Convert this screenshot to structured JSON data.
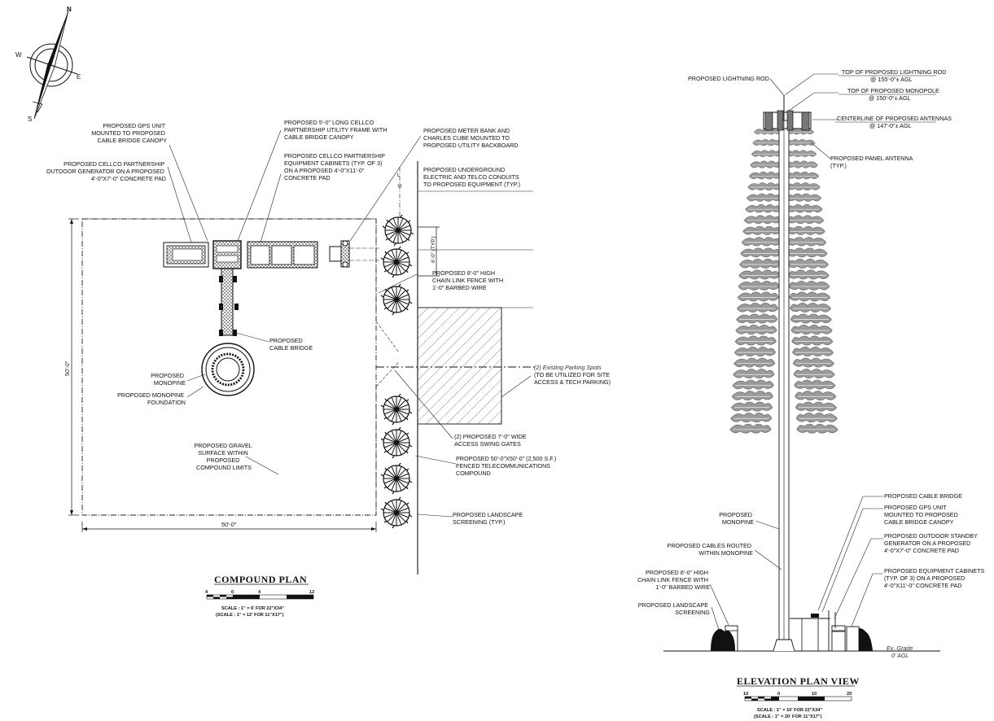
{
  "north_arrow": {
    "n": "N",
    "s": "S",
    "e": "E",
    "w": "W"
  },
  "compound_plan": {
    "title": "COMPOUND PLAN",
    "scale_ticks": [
      "4",
      "0",
      "4",
      "12"
    ],
    "scale_line1": "SCALE : 1\" = 6' FOR 22\"X34\"",
    "scale_line2": "(SCALE : 1\" = 12' FOR 11\"X17\")",
    "dim_width": "50'-0\"",
    "dim_height": "50'-0\"",
    "dim_spacing": "6'-0\" (TYP.)",
    "parking_label": "(2) Existing Parking Spots",
    "labels": {
      "gps": [
        "PROPOSED GPS UNIT",
        "MOUNTED TO PROPOSED",
        "CABLE BRIDGE CANOPY"
      ],
      "generator": [
        "PROPOSED CELLCO PARTNERSHIP",
        "OUTDOOR GENERATOR ON A PROPOSED",
        "4'-0\"x7'-0\" CONCRETE PAD"
      ],
      "utility_frame": [
        "PROPOSED 5'-0\" LONG CELLCO",
        "PARTNERSHIP UTILITY FRAME WITH",
        "CABLE BRIDGE CANOPY"
      ],
      "cabinets": [
        "PROPOSED CELLCO PARTNERSHIP",
        "EQUIPMENT CABINETS (TYP. OF 3)",
        "ON A PROPOSED 4'-0\"x11'-0\"",
        "CONCRETE PAD"
      ],
      "meter": [
        "PROPOSED METER BANK AND",
        "CHARLES CUBE MOUNTED TO",
        "PROPOSED UTILITY BACKBOARD"
      ],
      "conduits": [
        "PROPOSED UNDERGROUND",
        "ELECTRIC AND TELCO CONDUITS",
        "TO PROPOSED EQUIPMENT (TYP.)"
      ],
      "fence": [
        "PROPOSED 8'-0\" HIGH",
        "CHAIN LINK FENCE WITH",
        "1'-0\" BARBED WIRE"
      ],
      "cable_bridge": [
        "PROPOSED",
        "CABLE BRIDGE"
      ],
      "monopine": [
        "PROPOSED",
        "MONOPINE"
      ],
      "foundation": [
        "PROPOSED MONOPINE",
        "FOUNDATION"
      ],
      "parking_note": [
        "(TO BE UTILIZED FOR SITE",
        "ACCESS & TECH PARKING)"
      ],
      "gates": [
        "(2) PROPOSED 7'-0\" WIDE",
        "ACCESS SWING GATES"
      ],
      "compound": [
        "PROPOSED 50'-0\"x50'-0\" (2,500 S.F.)",
        "FENCED TELECOMMUNICATIONS",
        "COMPOUND"
      ],
      "gravel": [
        "PROPOSED GRAVEL",
        "SURFACE WITHIN",
        "PROPOSED",
        "COMPOUND LIMITS"
      ],
      "screening": [
        "PROPOSED LANDSCAPE",
        "SCREENING (TYP.)"
      ]
    }
  },
  "elevation": {
    "title": "ELEVATION PLAN VIEW",
    "scale_ticks": [
      "10",
      "0",
      "10",
      "20"
    ],
    "scale_line1": "SCALE : 1\" = 10' FOR 22\"X34\"",
    "scale_line2": "(SCALE : 1\" = 20' FOR 11\"X17\")",
    "grade": [
      "Ex. Grade",
      "0' AGL"
    ],
    "labels": {
      "lightning_rod": [
        "PROPOSED LIGHTNING ROD"
      ],
      "top_rod": [
        "TOP OF PROPOSED LIGHTNING ROD",
        "@ 155'-0\"± AGL"
      ],
      "top_monopole": [
        "TOP OF PROPOSED MONOPOLE",
        "@ 150'-0\"± AGL"
      ],
      "centerline": [
        "CENTERLINE OF PROPOSED ANTENNAS",
        "@ 147'-0\"± AGL"
      ],
      "panel_antenna": [
        "PROPOSED PANEL ANTENNA",
        "(TYP.)"
      ],
      "cable_bridge": [
        "PROPOSED CABLE BRIDGE"
      ],
      "gps": [
        "PROPOSED GPS UNIT",
        "MOUNTED TO PROPOSED",
        "CABLE BRIDGE CANOPY"
      ],
      "generator": [
        "PROPOSED OUTDOOR STANDBY",
        "GENERATOR ON A PROPOSED",
        "4'-0\"x7'-0\" CONCRETE PAD"
      ],
      "cabinets": [
        "PROPOSED EQUIPMENT CABINETS",
        "(TYP. OF 3) ON A PROPOSED",
        "4'-0\"x11'-0\" CONCRETE PAD"
      ],
      "monopine": [
        "PROPOSED",
        "MONOPINE"
      ],
      "cables": [
        "PROPOSED CABLES ROUTED",
        "WITHIN MONOPINE"
      ],
      "fence": [
        "PROPOSED 8'-0\" HIGH",
        "CHAIN LINK FENCE WITH",
        "1'-0\" BARBED WIRE"
      ],
      "screening": [
        "PROPOSED LANDSCAPE",
        "SCREENING"
      ]
    }
  }
}
